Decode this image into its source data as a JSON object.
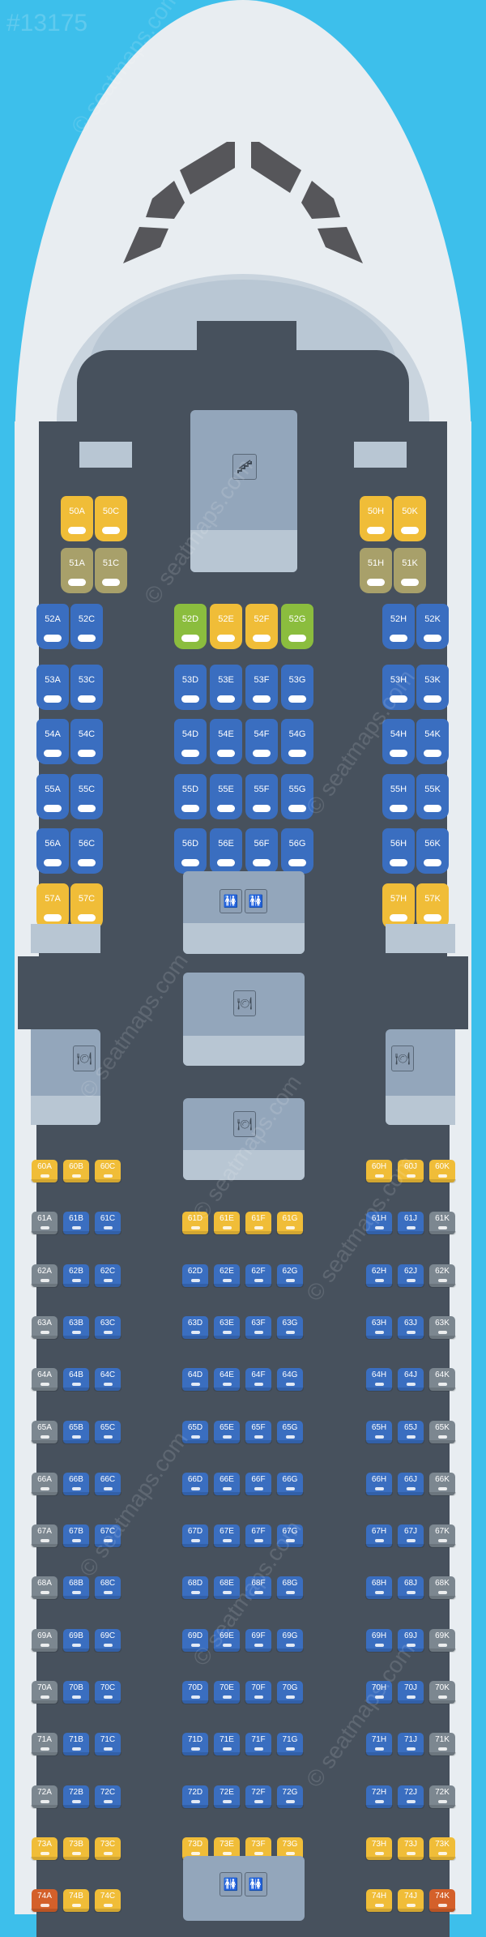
{
  "map_id": "#13175",
  "watermark": "© seatmaps.com",
  "legend_colors": {
    "yellow": "#f0bd38",
    "olive": "#a8a06a",
    "green": "#8bbd3e",
    "blue": "#3a6ec0",
    "grey": "#7c8790",
    "orange": "#d4602a",
    "sky": "#3dbfeb",
    "floor": "#47515d"
  },
  "facilities": {
    "stairs": "stairs-icon",
    "lavatory": "lavatory-icon",
    "galley": "galley-icon"
  },
  "upper_rows": [
    {
      "row": "50",
      "seats": [
        {
          "id": "50A",
          "c": "yellow"
        },
        {
          "id": "50C",
          "c": "yellow"
        },
        {
          "id": "50H",
          "c": "yellow"
        },
        {
          "id": "50K",
          "c": "yellow"
        }
      ]
    },
    {
      "row": "51",
      "seats": [
        {
          "id": "51A",
          "c": "olive"
        },
        {
          "id": "51C",
          "c": "olive"
        },
        {
          "id": "51H",
          "c": "olive"
        },
        {
          "id": "51K",
          "c": "olive"
        }
      ]
    },
    {
      "row": "52",
      "seats": [
        {
          "id": "52A",
          "c": "blue"
        },
        {
          "id": "52C",
          "c": "blue"
        },
        {
          "id": "52D",
          "c": "green"
        },
        {
          "id": "52E",
          "c": "yellow"
        },
        {
          "id": "52F",
          "c": "yellow"
        },
        {
          "id": "52G",
          "c": "green"
        },
        {
          "id": "52H",
          "c": "blue"
        },
        {
          "id": "52K",
          "c": "blue"
        }
      ]
    },
    {
      "row": "53",
      "seats": [
        {
          "id": "53A",
          "c": "blue"
        },
        {
          "id": "53C",
          "c": "blue"
        },
        {
          "id": "53D",
          "c": "blue"
        },
        {
          "id": "53E",
          "c": "blue"
        },
        {
          "id": "53F",
          "c": "blue"
        },
        {
          "id": "53G",
          "c": "blue"
        },
        {
          "id": "53H",
          "c": "blue"
        },
        {
          "id": "53K",
          "c": "blue"
        }
      ]
    },
    {
      "row": "54",
      "seats": [
        {
          "id": "54A",
          "c": "blue"
        },
        {
          "id": "54C",
          "c": "blue"
        },
        {
          "id": "54D",
          "c": "blue"
        },
        {
          "id": "54E",
          "c": "blue"
        },
        {
          "id": "54F",
          "c": "blue"
        },
        {
          "id": "54G",
          "c": "blue"
        },
        {
          "id": "54H",
          "c": "blue"
        },
        {
          "id": "54K",
          "c": "blue"
        }
      ]
    },
    {
      "row": "55",
      "seats": [
        {
          "id": "55A",
          "c": "blue"
        },
        {
          "id": "55C",
          "c": "blue"
        },
        {
          "id": "55D",
          "c": "blue"
        },
        {
          "id": "55E",
          "c": "blue"
        },
        {
          "id": "55F",
          "c": "blue"
        },
        {
          "id": "55G",
          "c": "blue"
        },
        {
          "id": "55H",
          "c": "blue"
        },
        {
          "id": "55K",
          "c": "blue"
        }
      ]
    },
    {
      "row": "56",
      "seats": [
        {
          "id": "56A",
          "c": "blue"
        },
        {
          "id": "56C",
          "c": "blue"
        },
        {
          "id": "56D",
          "c": "blue"
        },
        {
          "id": "56E",
          "c": "blue"
        },
        {
          "id": "56F",
          "c": "blue"
        },
        {
          "id": "56G",
          "c": "blue"
        },
        {
          "id": "56H",
          "c": "blue"
        },
        {
          "id": "56K",
          "c": "blue"
        }
      ]
    },
    {
      "row": "57",
      "seats": [
        {
          "id": "57A",
          "c": "yellow"
        },
        {
          "id": "57C",
          "c": "yellow"
        },
        {
          "id": "57H",
          "c": "yellow"
        },
        {
          "id": "57K",
          "c": "yellow"
        }
      ]
    }
  ],
  "economy_rows": [
    {
      "row": "60",
      "seats": {
        "A": "yellow",
        "B": "yellow",
        "C": "yellow",
        "H": "yellow",
        "J": "yellow",
        "K": "yellow"
      }
    },
    {
      "row": "61",
      "seats": {
        "A": "grey",
        "B": "blue",
        "C": "blue",
        "D": "yellow",
        "E": "yellow",
        "F": "yellow",
        "G": "yellow",
        "H": "blue",
        "J": "blue",
        "K": "grey"
      }
    },
    {
      "row": "62",
      "seats": {
        "A": "grey",
        "B": "blue",
        "C": "blue",
        "D": "blue",
        "E": "blue",
        "F": "blue",
        "G": "blue",
        "H": "blue",
        "J": "blue",
        "K": "grey"
      }
    },
    {
      "row": "63",
      "seats": {
        "A": "grey",
        "B": "blue",
        "C": "blue",
        "D": "blue",
        "E": "blue",
        "F": "blue",
        "G": "blue",
        "H": "blue",
        "J": "blue",
        "K": "grey"
      }
    },
    {
      "row": "64",
      "seats": {
        "A": "grey",
        "B": "blue",
        "C": "blue",
        "D": "blue",
        "E": "blue",
        "F": "blue",
        "G": "blue",
        "H": "blue",
        "J": "blue",
        "K": "grey"
      }
    },
    {
      "row": "65",
      "seats": {
        "A": "grey",
        "B": "blue",
        "C": "blue",
        "D": "blue",
        "E": "blue",
        "F": "blue",
        "G": "blue",
        "H": "blue",
        "J": "blue",
        "K": "grey"
      }
    },
    {
      "row": "66",
      "seats": {
        "A": "grey",
        "B": "blue",
        "C": "blue",
        "D": "blue",
        "E": "blue",
        "F": "blue",
        "G": "blue",
        "H": "blue",
        "J": "blue",
        "K": "grey"
      }
    },
    {
      "row": "67",
      "seats": {
        "A": "grey",
        "B": "blue",
        "C": "blue",
        "D": "blue",
        "E": "blue",
        "F": "blue",
        "G": "blue",
        "H": "blue",
        "J": "blue",
        "K": "grey"
      }
    },
    {
      "row": "68",
      "seats": {
        "A": "grey",
        "B": "blue",
        "C": "blue",
        "D": "blue",
        "E": "blue",
        "F": "blue",
        "G": "blue",
        "H": "blue",
        "J": "blue",
        "K": "grey"
      }
    },
    {
      "row": "69",
      "seats": {
        "A": "grey",
        "B": "blue",
        "C": "blue",
        "D": "blue",
        "E": "blue",
        "F": "blue",
        "G": "blue",
        "H": "blue",
        "J": "blue",
        "K": "grey"
      }
    },
    {
      "row": "70",
      "seats": {
        "A": "grey",
        "B": "blue",
        "C": "blue",
        "D": "blue",
        "E": "blue",
        "F": "blue",
        "G": "blue",
        "H": "blue",
        "J": "blue",
        "K": "grey"
      }
    },
    {
      "row": "71",
      "seats": {
        "A": "grey",
        "B": "blue",
        "C": "blue",
        "D": "blue",
        "E": "blue",
        "F": "blue",
        "G": "blue",
        "H": "blue",
        "J": "blue",
        "K": "grey"
      }
    },
    {
      "row": "72",
      "seats": {
        "A": "grey",
        "B": "blue",
        "C": "blue",
        "D": "blue",
        "E": "blue",
        "F": "blue",
        "G": "blue",
        "H": "blue",
        "J": "blue",
        "K": "grey"
      }
    },
    {
      "row": "73",
      "seats": {
        "A": "yellow",
        "B": "yellow",
        "C": "yellow",
        "D": "yellow",
        "E": "yellow",
        "F": "yellow",
        "G": "yellow",
        "H": "yellow",
        "J": "yellow",
        "K": "yellow"
      }
    },
    {
      "row": "74",
      "seats": {
        "A": "orange",
        "B": "yellow",
        "C": "yellow",
        "H": "yellow",
        "J": "yellow",
        "K": "orange"
      }
    }
  ]
}
